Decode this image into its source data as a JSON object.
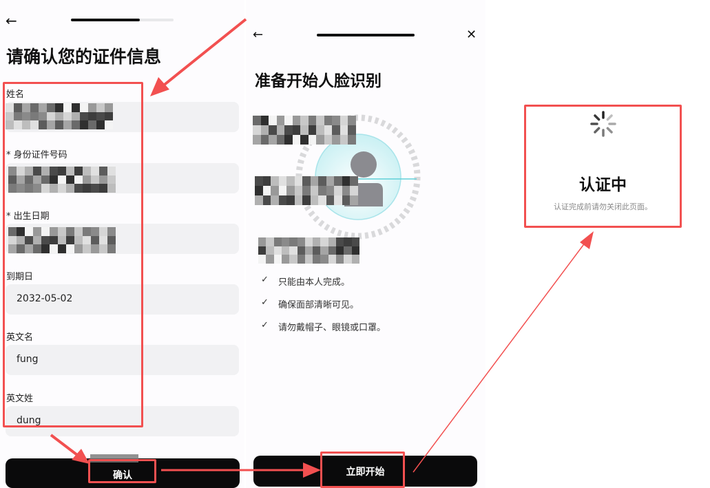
{
  "screen1": {
    "progress": 0.67,
    "title": "请确认您的证件信息",
    "fields": [
      {
        "label": "姓名",
        "value": ""
      },
      {
        "label": "* 身份证件号码",
        "value": ""
      },
      {
        "label": "* 出生日期",
        "value": ""
      },
      {
        "label": "到期日",
        "value": "2032-05-02"
      },
      {
        "label": "英文名",
        "value": "fung"
      },
      {
        "label": "英文姓",
        "value": "dung"
      }
    ],
    "confirm_label": "确认"
  },
  "screen2": {
    "progress": 1.0,
    "title": "准备开始人脸识别",
    "checks": [
      "只能由本人完成。",
      "确保面部清晰可见。",
      "请勿戴帽子、眼镜或口罩。"
    ],
    "start_label": "立即开始"
  },
  "screen3": {
    "title": "认证中",
    "subtitle": "认证完成前请勿关闭此页面。"
  },
  "colors": {
    "highlight": "#f25050",
    "button": "#0a0a0b",
    "scan": "#5fd0d8"
  }
}
